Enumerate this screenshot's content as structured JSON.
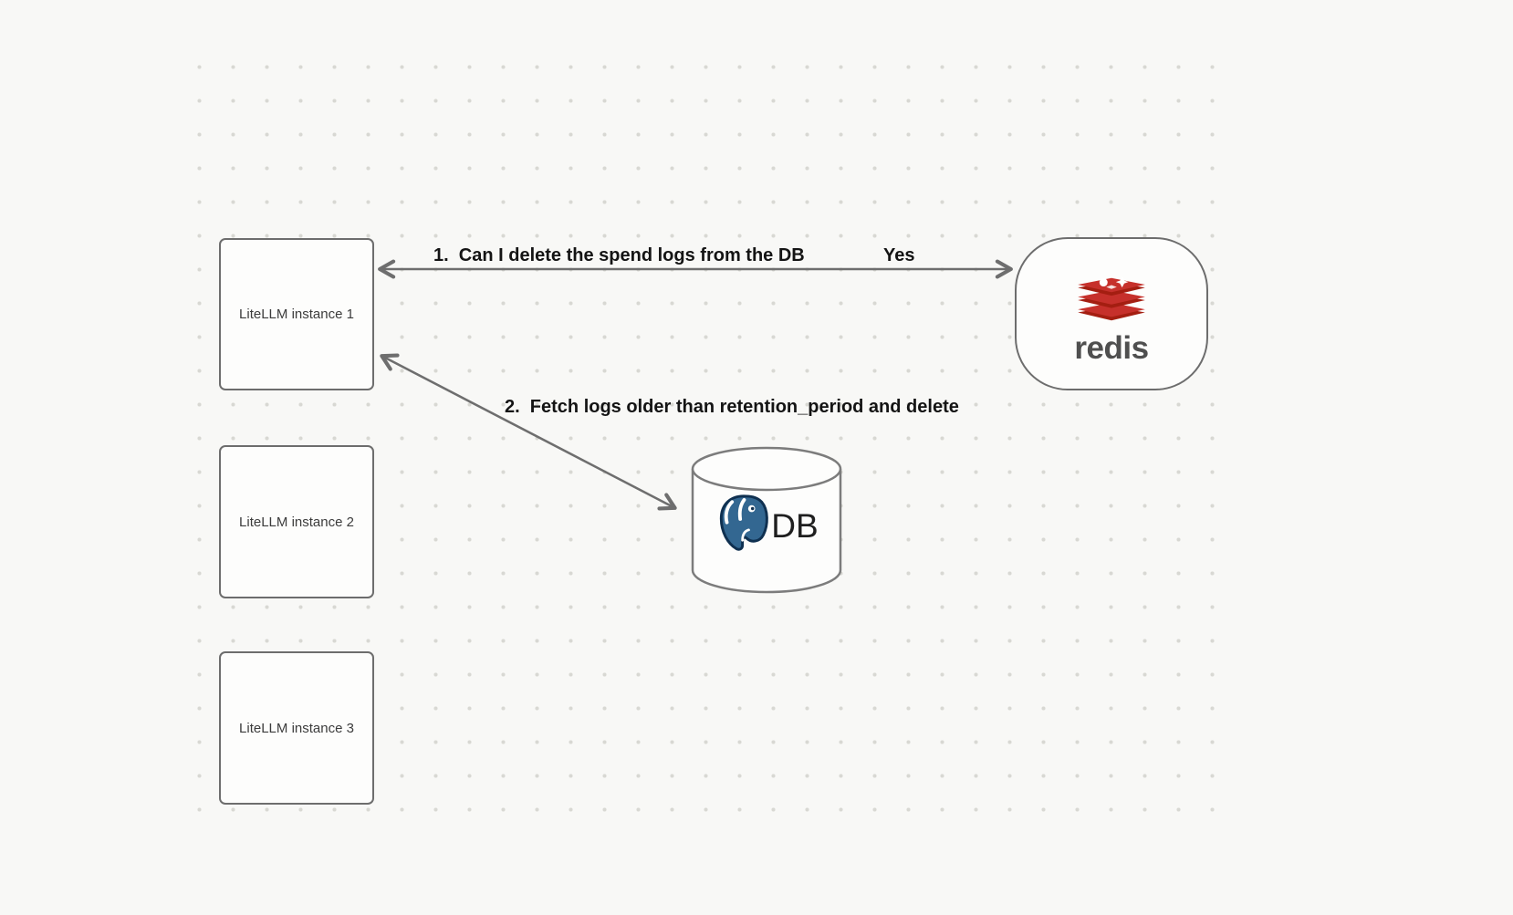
{
  "diagram": {
    "nodes": {
      "litellm1": {
        "label": "LiteLLM instance 1"
      },
      "litellm2": {
        "label": "LiteLLM instance 2"
      },
      "litellm3": {
        "label": "LiteLLM instance 3"
      },
      "redis": {
        "label": "redis"
      },
      "db": {
        "label": "DB"
      }
    },
    "edges": [
      {
        "id": 1,
        "from": "litellm1",
        "to": "redis",
        "direction": "both",
        "label": "1.  Can I delete the spend logs from the DB",
        "response": "Yes"
      },
      {
        "id": 2,
        "from": "litellm1",
        "to": "db",
        "direction": "both",
        "label": "2.  Fetch logs older than retention_period and delete",
        "response": ""
      }
    ],
    "colors": {
      "background": "#f8f8f6",
      "dot_grid": "#d8d8d3",
      "node_border": "#6d6d6d",
      "node_fill": "#fdfdfc",
      "arrow": "#6e6e6e",
      "label_text": "#141414",
      "redis_red": "#c6302b",
      "redis_dark_red": "#a41e11",
      "redis_wordmark": "#4f4f4f",
      "postgres_blue": "#336791"
    }
  }
}
